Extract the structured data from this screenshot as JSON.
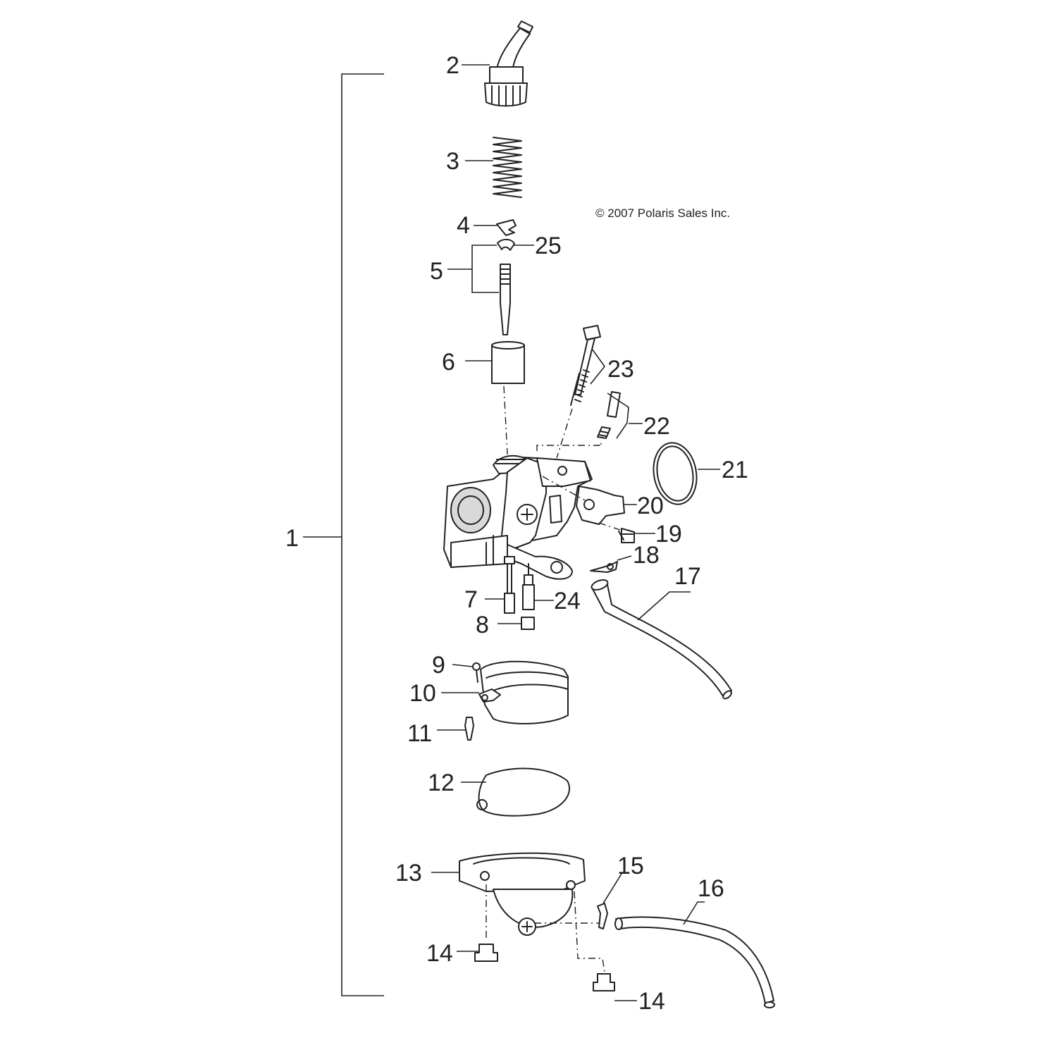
{
  "copyright": "© 2007 Polaris Sales Inc.",
  "callouts": [
    {
      "id": "1",
      "label": "1"
    },
    {
      "id": "2",
      "label": "2"
    },
    {
      "id": "3",
      "label": "3"
    },
    {
      "id": "4",
      "label": "4"
    },
    {
      "id": "5",
      "label": "5"
    },
    {
      "id": "6",
      "label": "6"
    },
    {
      "id": "7",
      "label": "7"
    },
    {
      "id": "8",
      "label": "8"
    },
    {
      "id": "9",
      "label": "9"
    },
    {
      "id": "10",
      "label": "10"
    },
    {
      "id": "11",
      "label": "11"
    },
    {
      "id": "12",
      "label": "12"
    },
    {
      "id": "13",
      "label": "13"
    },
    {
      "id": "14a",
      "label": "14"
    },
    {
      "id": "14b",
      "label": "14"
    },
    {
      "id": "15",
      "label": "15"
    },
    {
      "id": "16",
      "label": "16"
    },
    {
      "id": "17",
      "label": "17"
    },
    {
      "id": "18",
      "label": "18"
    },
    {
      "id": "19",
      "label": "19"
    },
    {
      "id": "20",
      "label": "20"
    },
    {
      "id": "21",
      "label": "21"
    },
    {
      "id": "22",
      "label": "22"
    },
    {
      "id": "23",
      "label": "23"
    },
    {
      "id": "24",
      "label": "24"
    },
    {
      "id": "25",
      "label": "25"
    }
  ]
}
